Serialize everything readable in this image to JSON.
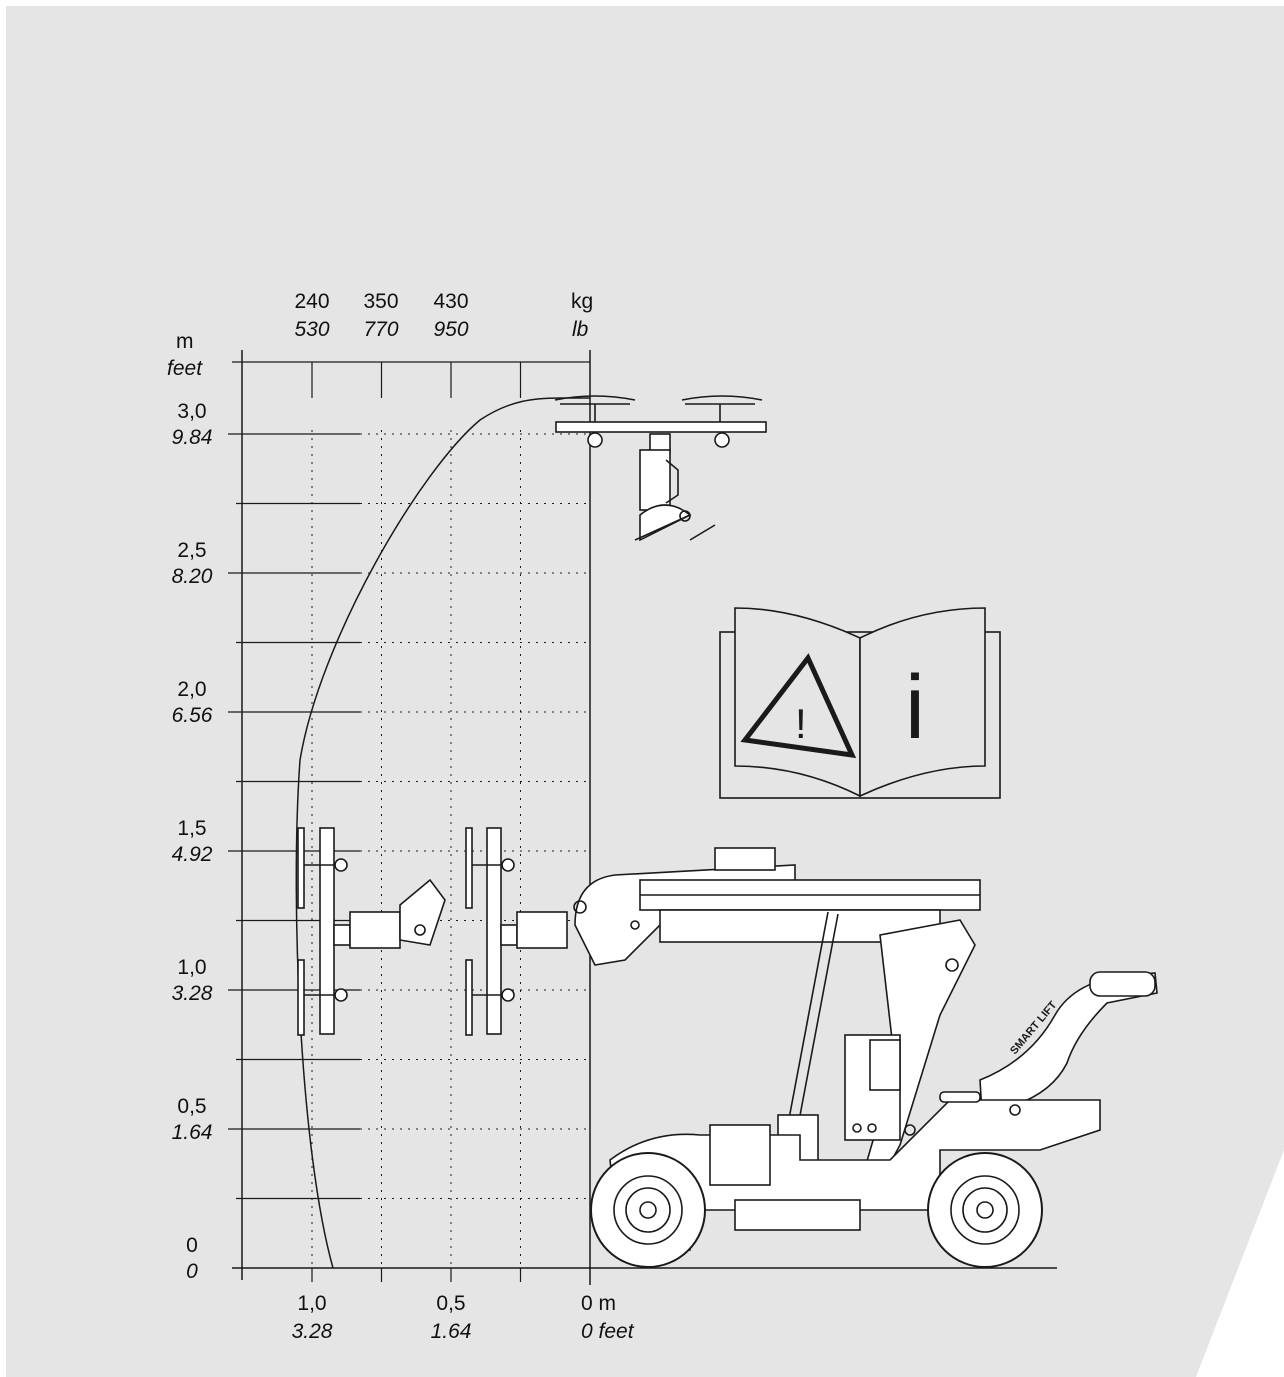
{
  "colors": {
    "background": "#e5e5e5",
    "ink": "#1a1a1a"
  },
  "axis_labels": {
    "y_unit_metric": "m",
    "y_unit_imperial": "feet",
    "cap_unit_metric": "kg",
    "cap_unit_imperial": "lb"
  },
  "y_ticks": [
    {
      "m": "3,0",
      "ft": "9.84"
    },
    {
      "m": "2,5",
      "ft": "8.20"
    },
    {
      "m": "2,0",
      "ft": "6.56"
    },
    {
      "m": "1,5",
      "ft": "4.92"
    },
    {
      "m": "1,0",
      "ft": "3.28"
    },
    {
      "m": "0,5",
      "ft": "1.64"
    },
    {
      "m": "0",
      "ft": "0"
    }
  ],
  "x_ticks": [
    {
      "m": "1,0",
      "ft": "3.28"
    },
    {
      "m": "0,5",
      "ft": "1.64"
    },
    {
      "m": "0 m",
      "ft": "0 feet"
    }
  ],
  "capacity_columns": [
    {
      "kg": "240",
      "lb": "530"
    },
    {
      "kg": "350",
      "lb": "770"
    },
    {
      "kg": "430",
      "lb": "950"
    }
  ],
  "machine": {
    "brand_label": "SMART LIFT"
  },
  "manual_icon": {
    "warning_symbol": "!",
    "info_symbol": "i"
  }
}
